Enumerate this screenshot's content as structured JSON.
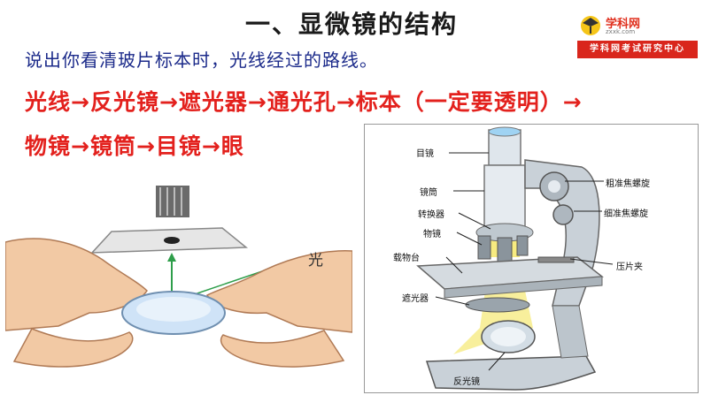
{
  "title": "一、显微镜的结构",
  "logo": {
    "name": "学科网",
    "url_text": "zxxk.com",
    "banner": "学科网考试研究中心"
  },
  "question": "说出你看清玻片标本时，光线经过的路线。",
  "answer": {
    "line1": "光线→反光镜→遮光器→通光孔→标本（一定要透明）→",
    "line2": "物镜→镜筒→目镜→眼"
  },
  "left_figure": {
    "light_label": "光"
  },
  "microscope_labels": {
    "eyepiece": "目镜",
    "tube": "镜筒",
    "nosepiece": "转换器",
    "objective": "物镜",
    "stage": "载物台",
    "diaphragm": "遮光器",
    "mirror": "反光镜",
    "coarse": "粗准焦螺旋",
    "fine": "细准焦螺旋",
    "clip": "压片夹"
  },
  "colors": {
    "title": "#1a1a1a",
    "question": "#1b2a8a",
    "answer": "#e3211d",
    "banner": "#d9261c",
    "light": "#f3e24a"
  }
}
